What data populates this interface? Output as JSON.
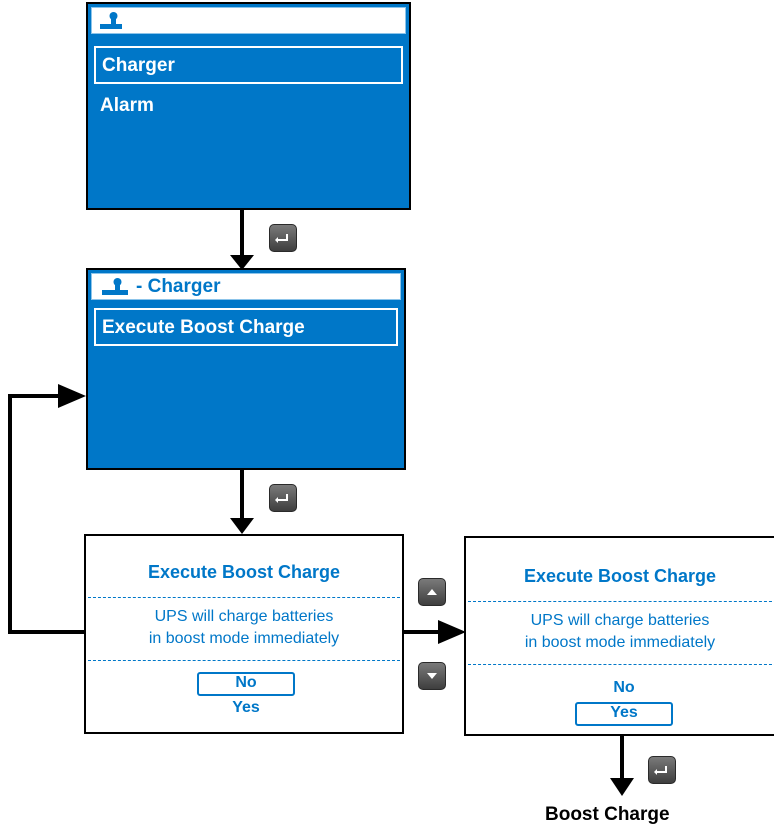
{
  "screen_main": {
    "icon": "wrench-icon",
    "items": [
      "Charger",
      "Alarm"
    ],
    "selected_index": 0
  },
  "screen_charger": {
    "icon": "wrench-icon",
    "title": " - Charger",
    "items": [
      "Execute Boost Charge"
    ],
    "selected_index": 0
  },
  "dialog_no": {
    "title": "Execute Boost Charge",
    "message_line1": "UPS will charge batteries",
    "message_line2": "in boost mode immediately",
    "option_no": "No",
    "option_yes": "Yes",
    "selected": "No"
  },
  "dialog_yes": {
    "title": "Execute Boost Charge",
    "message_line1": "UPS will charge batteries",
    "message_line2": "in boost mode immediately",
    "option_no": "No",
    "option_yes": "Yes",
    "selected": "Yes"
  },
  "keys": {
    "enter": "enter-key-icon",
    "up": "up-key-icon",
    "down": "down-key-icon"
  },
  "result_caption": "Boost Charge",
  "colors": {
    "screen_blue": "#0077c8",
    "key_gray": "#555555"
  }
}
